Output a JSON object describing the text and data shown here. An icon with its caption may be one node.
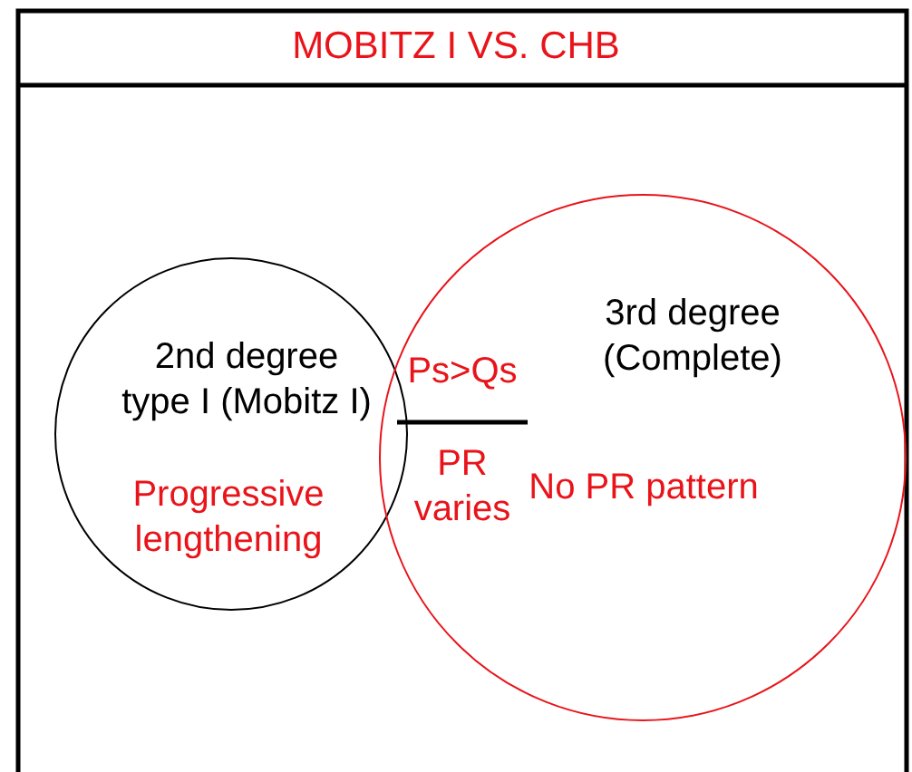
{
  "diagram": {
    "title": "MOBITZ I VS. CHB",
    "nodes": [
      {
        "text": [
          "2nd degree type I (Mobitz I)",
          "Progressive lengthening"
        ]
      },
      {
        "text": [
          "3rd degree (Complete)",
          "No PR pattern"
        ]
      }
    ],
    "labels": [
      "Ps>Qs",
      "PR varies"
    ]
  }
}
